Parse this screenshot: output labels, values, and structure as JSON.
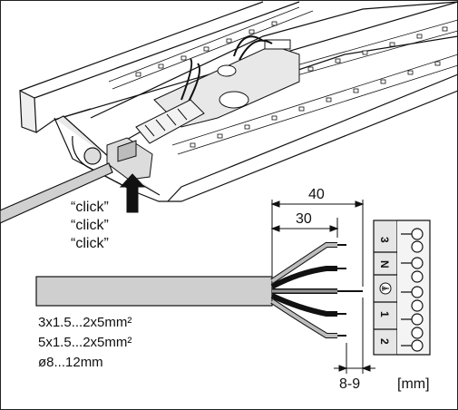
{
  "click_labels": [
    "“click”",
    "“click”",
    "“click”"
  ],
  "dimensions": {
    "outer_strip": "40",
    "inner_strip": "30",
    "core_strip": "8-9",
    "unit": "[mm]"
  },
  "cable_specs": [
    "3x1.5...2x5mm²",
    "5x1.5...2x5mm²",
    "ø8...12mm"
  ],
  "terminal_labels": [
    "3",
    "N",
    "⏚",
    "1",
    "2"
  ],
  "colors": {
    "line": "#111111",
    "cable_fill": "#cfcfcf",
    "housing_fill": "#e6e6e6",
    "wire_grey": "#bdbdbd",
    "wire_black": "#222222"
  }
}
